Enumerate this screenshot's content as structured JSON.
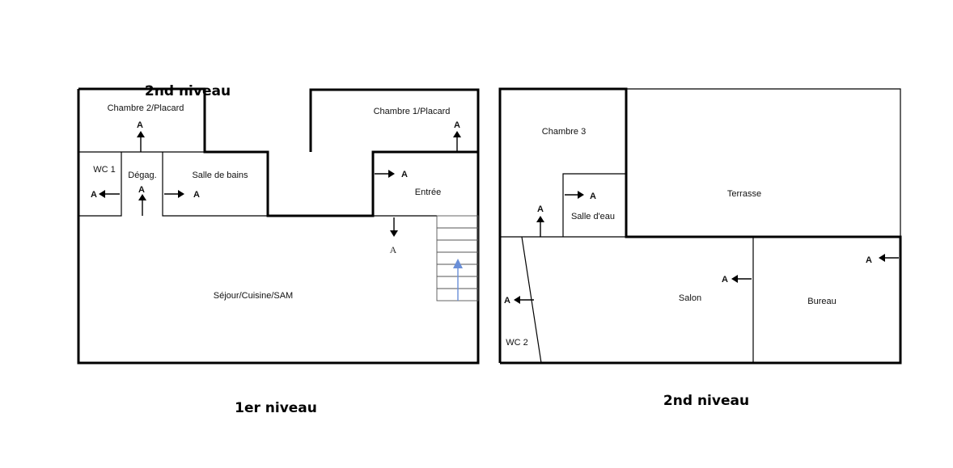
{
  "floor1": {
    "caption": "1er niveau",
    "overlay_title": "2nd niveau",
    "rooms": {
      "chambre2": "Chambre 2/Placard",
      "chambre1": "Chambre 1/Placard",
      "wc1": "WC 1",
      "degag": "Dégag.",
      "sdb": "Salle de bains",
      "entree": "Entrée",
      "sejour": "Séjour/Cuisine/SAM"
    }
  },
  "floor2": {
    "caption": "2nd niveau",
    "rooms": {
      "chambre3": "Chambre 3",
      "terrasse": "Terrasse",
      "salle_eau": "Salle d'eau",
      "salon": "Salon",
      "bureau": "Bureau",
      "wc2": "WC 2"
    }
  },
  "marker_label": "A",
  "colors": {
    "wall": "#000000",
    "stair_arrow": "#6a8fd8"
  }
}
